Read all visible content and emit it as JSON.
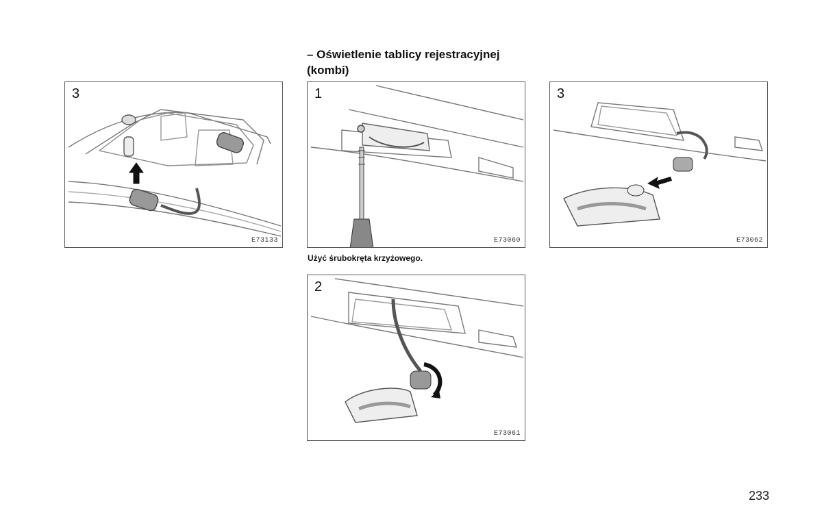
{
  "section": {
    "heading_line1": "– Oświetlenie tablicy rejestracyjnej",
    "heading_line2": "(kombi)"
  },
  "figures": [
    {
      "step": "3",
      "code": "E73133"
    },
    {
      "step": "1",
      "code": "E73060"
    },
    {
      "step": "3",
      "code": "E73062"
    },
    {
      "step": "2",
      "code": "E73061"
    }
  ],
  "caption": "Użyć śrubokręta krzyżowego.",
  "page_number": "233"
}
